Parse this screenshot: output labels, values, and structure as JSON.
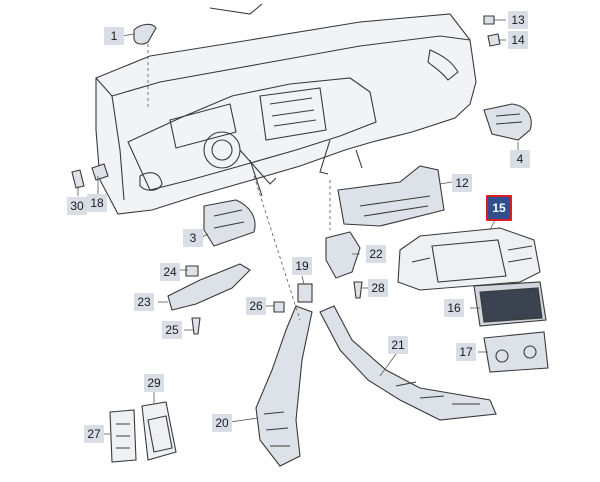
{
  "diagram": {
    "highlight_color": "#d9201f",
    "highlight_fill": "#2f4f8f",
    "callouts": [
      {
        "id": "c1",
        "label": "1"
      },
      {
        "id": "c3",
        "label": "3"
      },
      {
        "id": "c4",
        "label": "4"
      },
      {
        "id": "c12",
        "label": "12"
      },
      {
        "id": "c13",
        "label": "13"
      },
      {
        "id": "c14",
        "label": "14"
      },
      {
        "id": "c15",
        "label": "15"
      },
      {
        "id": "c16",
        "label": "16"
      },
      {
        "id": "c17",
        "label": "17"
      },
      {
        "id": "c18",
        "label": "18"
      },
      {
        "id": "c19",
        "label": "19"
      },
      {
        "id": "c20",
        "label": "20"
      },
      {
        "id": "c21",
        "label": "21"
      },
      {
        "id": "c22",
        "label": "22"
      },
      {
        "id": "c23",
        "label": "23"
      },
      {
        "id": "c24",
        "label": "24"
      },
      {
        "id": "c25",
        "label": "25"
      },
      {
        "id": "c26",
        "label": "26"
      },
      {
        "id": "c27",
        "label": "27"
      },
      {
        "id": "c28",
        "label": "28"
      },
      {
        "id": "c29",
        "label": "29"
      },
      {
        "id": "c30",
        "label": "30"
      }
    ]
  }
}
